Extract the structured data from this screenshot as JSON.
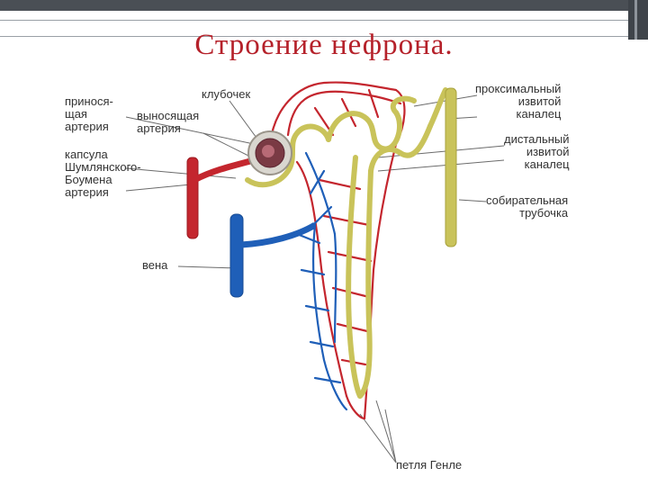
{
  "slide": {
    "title": "Строение нефрона."
  },
  "diagram": {
    "labels": {
      "afferent_artery": "приносящая\nартерия",
      "afferent_artery_lines": [
        "принося-",
        "щая",
        "артерия"
      ],
      "efferent_artery_lines": [
        "выносящая",
        "артерия"
      ],
      "glomerulus": "клубочек",
      "capsule_lines": [
        "капсула",
        "Шумлянского-",
        "Боумена"
      ],
      "artery": "артерия",
      "vein": "вена",
      "proximal_lines": [
        "проксимальный",
        "извитой",
        "каналец"
      ],
      "distal_lines": [
        "дистальный",
        "извитой",
        "каналец"
      ],
      "collecting_lines": [
        "собирательная",
        "трубочка"
      ],
      "loop": "петля Генле"
    },
    "colors": {
      "artery": "#c4262e",
      "vein": "#1f5fb8",
      "tubule": "#c9c35a",
      "leader": "#6b6b6b",
      "glomerulus": "#7a3a44"
    }
  }
}
